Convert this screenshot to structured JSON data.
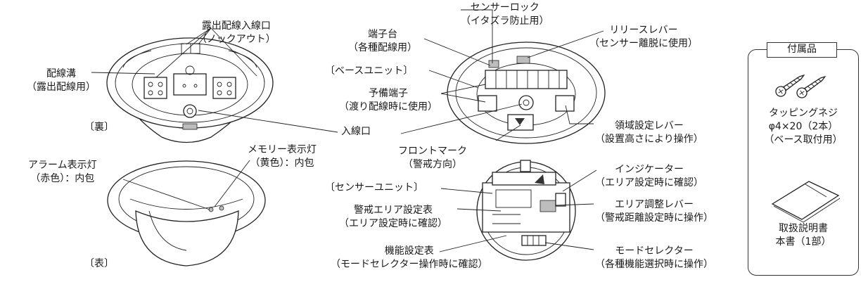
{
  "labels": {
    "exposed_entry": [
      "露出配線入線口",
      "（ノックアウト）"
    ],
    "groove": [
      "配線溝",
      "（露出配線用）"
    ],
    "back": "〔裏〕",
    "entry": "入線口",
    "memory": [
      "メモリー表示灯",
      "（黄色）：内包"
    ],
    "alarm": [
      "アラーム表示灯",
      "（赤色）：内包"
    ],
    "front": "〔表〕",
    "sensor_lock": [
      "センサーロック",
      "（イタズラ防止用）"
    ],
    "terminal": [
      "端子台",
      "（各種配線用）"
    ],
    "release": [
      "リリースレバー",
      "（センサー離脱に使用）"
    ],
    "base_unit": "〔ベースユニット〕",
    "spare": [
      "予備端子",
      "（渡り配線時に使用）"
    ],
    "front_mark": [
      "フロントマーク",
      "（警戒方向）"
    ],
    "area_lever": [
      "領域設定レバー",
      "（設置高さにより操作）"
    ],
    "indicator": [
      "インジケーター",
      "（エリア設定時に確認）"
    ],
    "sensor_unit": "〔センサーユニット〕",
    "area_table": [
      "警戒エリア設定表",
      "（エリア設定時に確認）"
    ],
    "adjust_lever": [
      "エリア調整レバー",
      "（警戒距離設定時に操作）"
    ],
    "func_table": [
      "機能設定表",
      "（モードセレクター操作時に確認）"
    ],
    "mode": [
      "モードセレクター",
      "（各種機能選択時に操作）"
    ]
  },
  "accessories": {
    "title": "付属品",
    "screw": [
      "タッピングネジ",
      "φ4×20（2本）",
      "（ベース取付用）"
    ],
    "manual": [
      "取扱説明書",
      "本書（1部）"
    ]
  },
  "icons": [
    "tapping-screw-icon",
    "manual-booklet-icon"
  ]
}
